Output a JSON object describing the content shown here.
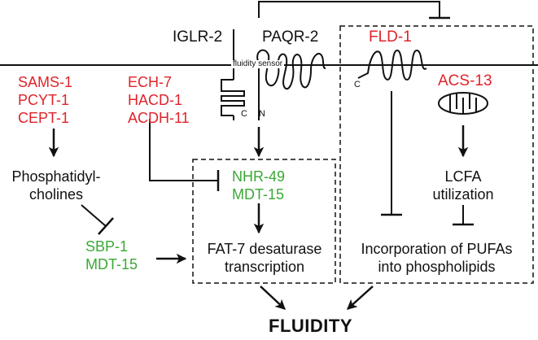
{
  "labels": {
    "iglr2": "IGLR-2",
    "paqr2": "PAQR-2",
    "fld1": "FLD-1",
    "fluidity_sensor": "fluidity sensor",
    "c_terminal": "C",
    "n_terminal": "N",
    "acs13": "ACS-13",
    "lcfa_1": "LCFA",
    "lcfa_2": "utilization",
    "phospho_1": "Phosphatidyl-",
    "phospho_2": "cholines",
    "fat7_1": "FAT-7 desaturase",
    "fat7_2": "transcription",
    "incorp_1": "Incorporation of PUFAs",
    "incorp_2": "into phospholipids",
    "fluidity": "FLUIDITY"
  },
  "groups": {
    "sams": [
      "SAMS-1",
      "PCYT-1",
      "CEPT-1"
    ],
    "ech": [
      "ECH-7",
      "HACD-1",
      "ACDH-11"
    ],
    "nhr": [
      "NHR-49",
      "MDT-15"
    ],
    "sbp": [
      "SBP-1",
      "MDT-15"
    ]
  },
  "colors": {
    "red": "#e0232a",
    "green": "#3aa935",
    "black": "#111111"
  }
}
